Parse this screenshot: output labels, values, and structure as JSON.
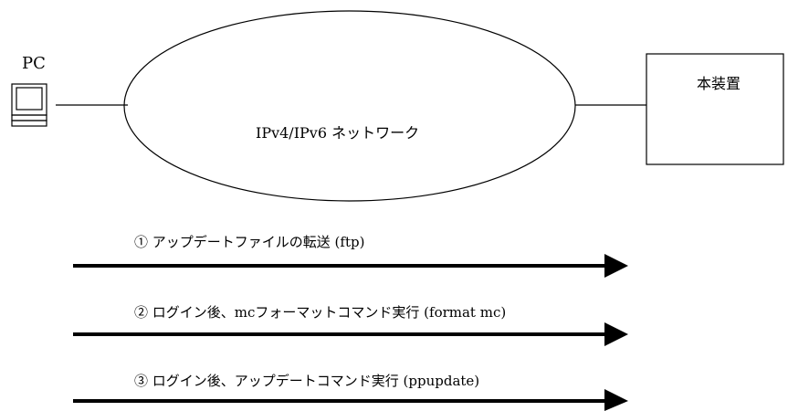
{
  "nodes": {
    "pc_label": "PC",
    "network_label": "IPv4/IPv6 ネットワーク",
    "device_label": "本装置"
  },
  "steps": [
    {
      "label": "① アップデートファイルの転送 (ftp)"
    },
    {
      "label": "② ログイン後、mcフォーマットコマンド実行 (format mc)"
    },
    {
      "label": "③ ログイン後、アップデートコマンド実行 (ppupdate)"
    }
  ]
}
